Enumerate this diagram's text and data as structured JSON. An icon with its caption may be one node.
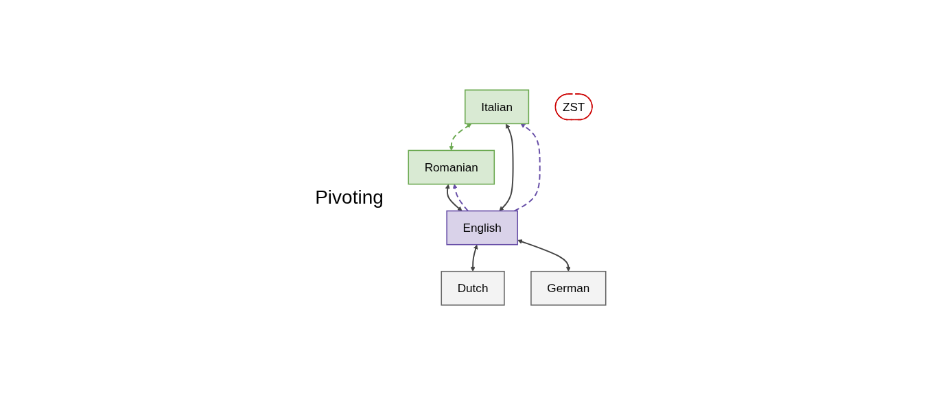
{
  "diagram": {
    "nodes": [
      {
        "text": [
          "Italian"
        ]
      },
      {
        "text": [
          "ZST"
        ]
      },
      {
        "text": [
          "Romanian"
        ]
      },
      {
        "text": [
          "English"
        ]
      },
      {
        "text": [
          "Dutch"
        ]
      },
      {
        "text": [
          "German"
        ]
      }
    ],
    "edges": [
      {
        "from": 0,
        "to": 2,
        "arrow": "both",
        "style": "dashed",
        "color": "#6aa84f"
      },
      {
        "from": 3,
        "to": 0,
        "arrow": "to",
        "style": "dashed",
        "color": "#674ea7"
      },
      {
        "from": 3,
        "to": 2,
        "arrow": "to",
        "style": "dashed",
        "color": "#674ea7"
      },
      {
        "from": 0,
        "to": 3,
        "arrow": "both"
      },
      {
        "from": 2,
        "to": 3,
        "arrow": "both"
      },
      {
        "from": 3,
        "to": 4,
        "arrow": "both"
      },
      {
        "from": 3,
        "to": 5,
        "arrow": "both"
      }
    ],
    "labels": [
      "Pivoting"
    ]
  }
}
